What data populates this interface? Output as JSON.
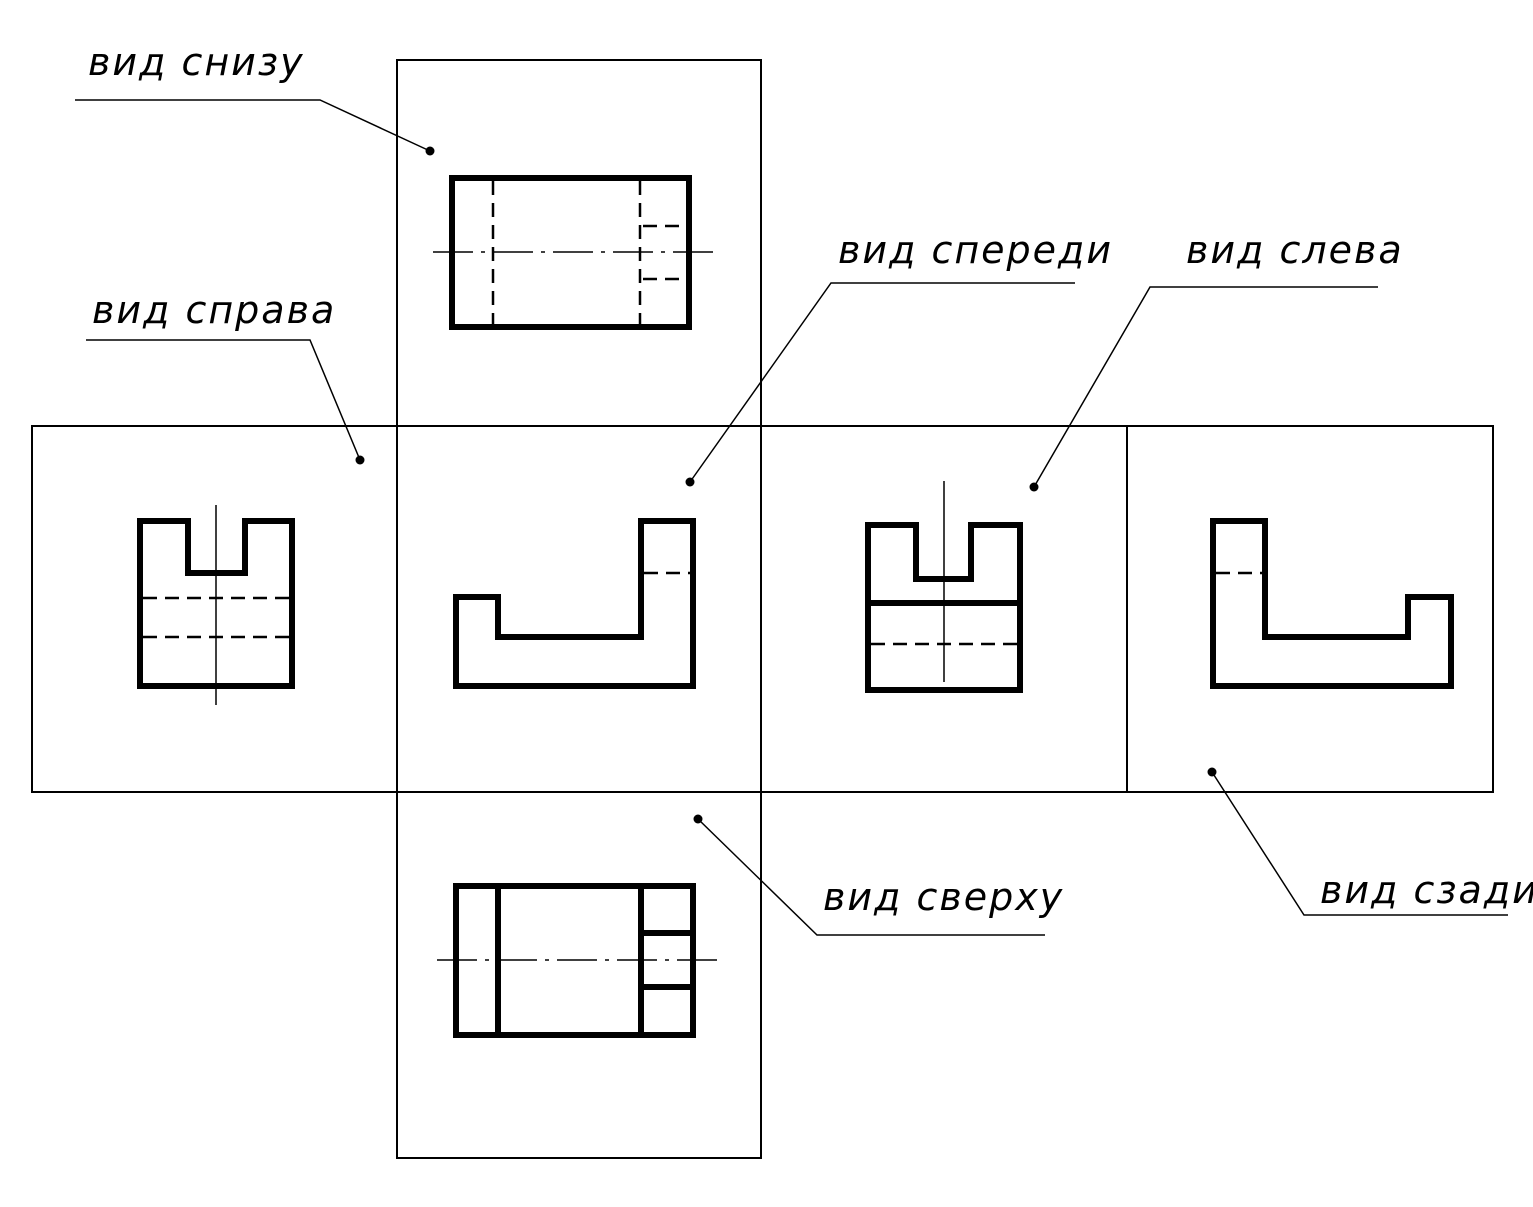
{
  "labels": {
    "bottom_view": "вид снизу",
    "right_view": "вид справа",
    "front_view": "вид спереди",
    "left_view": "вид слева",
    "top_view": "вид сверху",
    "rear_view": "вид сзади"
  },
  "colors": {
    "line": "#000000",
    "background": "#ffffff"
  }
}
